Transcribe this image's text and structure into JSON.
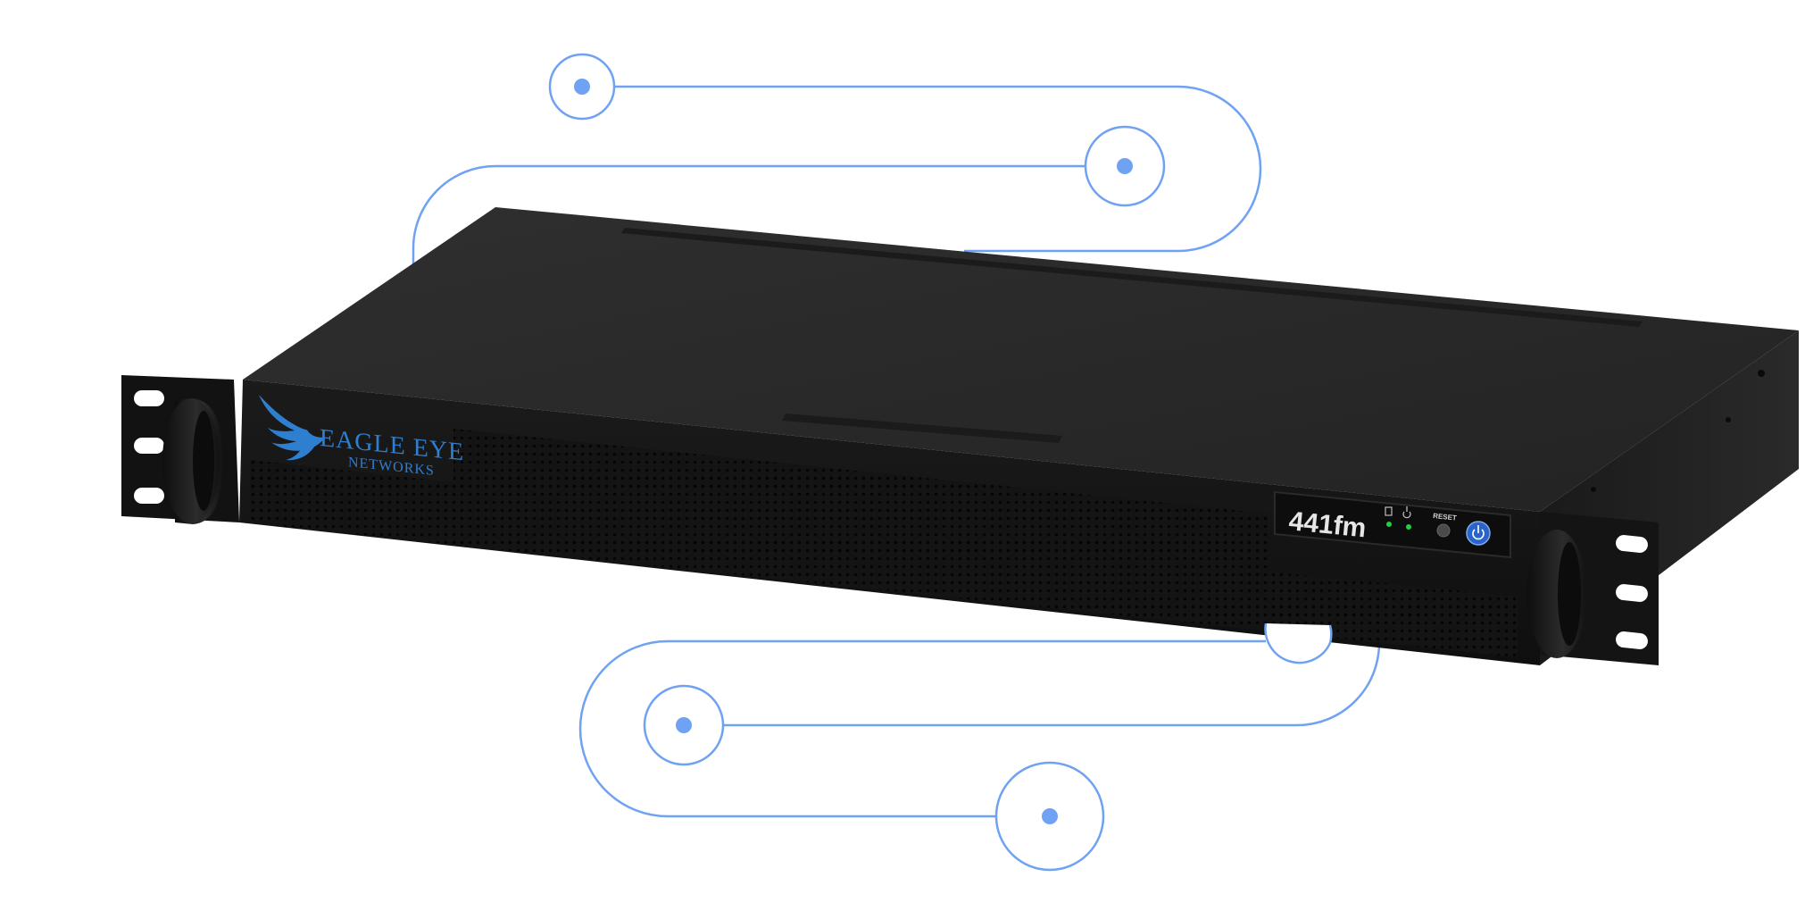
{
  "device": {
    "brand_line1": "EAGLE EYE",
    "brand_line2": "NETWORKS",
    "model_label": "441fm",
    "reset_label": "RESET"
  },
  "colors": {
    "accent_line": "#6fa2f2",
    "dot": "#6fa2f2",
    "chassis_top": "#2b2b2b",
    "chassis_front": "#151515",
    "brand": "#2f7fd0",
    "led": "#1fd13b",
    "power_button": "#2a64c9"
  },
  "icons": {
    "storage": "drive-icon",
    "power_status": "power-icon",
    "power_button": "power-button-icon"
  }
}
